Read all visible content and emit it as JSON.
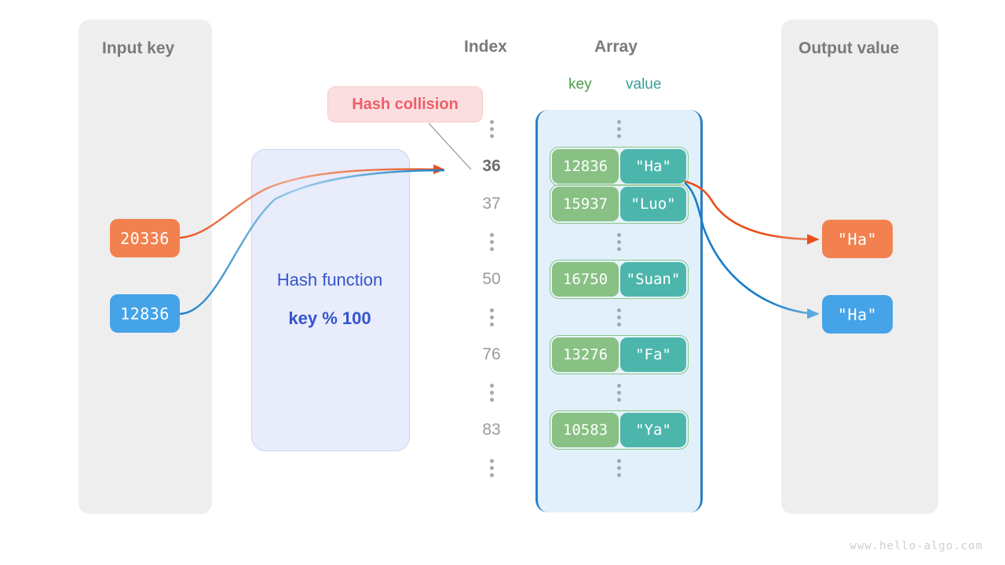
{
  "panels": {
    "input": {
      "title": "Input key"
    },
    "output": {
      "title": "Output value"
    }
  },
  "columns": {
    "index_header": "Index",
    "array_header": "Array",
    "key_header": "key",
    "value_header": "value"
  },
  "hash_function": {
    "name": "Hash function",
    "formula": "key % 100"
  },
  "annotation": {
    "collision_label": "Hash collision"
  },
  "input_keys": [
    {
      "text": "20336",
      "color": "#f2814f"
    },
    {
      "text": "12836",
      "color": "#45a3e8"
    }
  ],
  "output_values": [
    {
      "text": "\"Ha\"",
      "color": "#f2814f"
    },
    {
      "text": "\"Ha\"",
      "color": "#45a3e8"
    }
  ],
  "index_rows": [
    {
      "type": "dots",
      "label": ""
    },
    {
      "type": "index",
      "label": "36",
      "highlight": true
    },
    {
      "type": "index",
      "label": "37",
      "highlight": false
    },
    {
      "type": "dots",
      "label": ""
    },
    {
      "type": "index",
      "label": "50",
      "highlight": false
    },
    {
      "type": "dots",
      "label": ""
    },
    {
      "type": "index",
      "label": "76",
      "highlight": false
    },
    {
      "type": "dots",
      "label": ""
    },
    {
      "type": "index",
      "label": "83",
      "highlight": false
    },
    {
      "type": "dots",
      "label": ""
    }
  ],
  "array_rows": [
    {
      "type": "dots",
      "key": "",
      "value": ""
    },
    {
      "type": "bucket",
      "key": "12836",
      "value": "\"Ha\""
    },
    {
      "type": "bucket",
      "key": "15937",
      "value": "\"Luo\""
    },
    {
      "type": "dots",
      "key": "",
      "value": ""
    },
    {
      "type": "bucket",
      "key": "16750",
      "value": "\"Suan\""
    },
    {
      "type": "dots",
      "key": "",
      "value": ""
    },
    {
      "type": "bucket",
      "key": "13276",
      "value": "\"Fa\""
    },
    {
      "type": "dots",
      "key": "",
      "value": ""
    },
    {
      "type": "bucket",
      "key": "10583",
      "value": "\"Ya\""
    },
    {
      "type": "dots",
      "key": "",
      "value": ""
    }
  ],
  "colors": {
    "orange": "#f2814f",
    "orange_stroke": "#e8501d",
    "blue": "#45a3e8",
    "blue_stroke": "#1a7fc8",
    "key_green": "#88c183",
    "value_teal": "#4db6ac",
    "array_fill": "#e1f0fb",
    "array_border": "#2a7fc4",
    "panel_gray": "#eeeeee",
    "hash_fill": "#e8ecfb",
    "hash_text": "#3355cc",
    "collision_fill": "#fbdfe0",
    "collision_text": "#ef5f68"
  },
  "watermark": {
    "text": "www.hello-algo.com"
  }
}
